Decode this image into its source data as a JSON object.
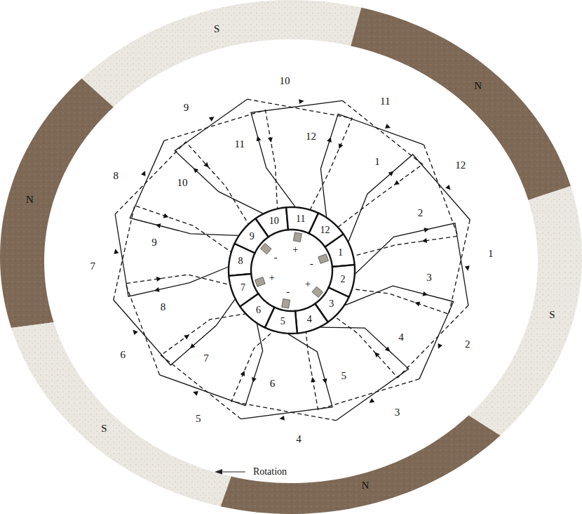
{
  "diagram": {
    "nodes": [
      {
        "text": [
          "S"
        ]
      },
      {
        "text": [
          "N"
        ]
      },
      {
        "text": [
          "N"
        ]
      },
      {
        "text": [
          "S"
        ]
      },
      {
        "text": [
          "S"
        ]
      },
      {
        "text": [
          "N"
        ]
      },
      {
        "text": [
          "10"
        ]
      },
      {
        "text": [
          "11"
        ]
      },
      {
        "text": [
          "12"
        ]
      },
      {
        "text": [
          "9"
        ]
      },
      {
        "text": [
          "1"
        ]
      },
      {
        "text": [
          "8"
        ]
      },
      {
        "text": [
          "2"
        ]
      },
      {
        "text": [
          "7"
        ]
      },
      {
        "text": [
          "3"
        ]
      },
      {
        "text": [
          "6"
        ]
      },
      {
        "text": [
          "4"
        ]
      },
      {
        "text": [
          "5"
        ]
      }
    ],
    "labels": [
      "1",
      "2",
      "3",
      "4",
      "5",
      "6",
      "7",
      "8",
      "9",
      "10",
      "11",
      "12",
      "1",
      "2",
      "3",
      "4",
      "5",
      "6",
      "7",
      "8",
      "9",
      "10",
      "11",
      "12",
      "+",
      "-",
      "+",
      "-",
      "+",
      "-",
      "Rotation"
    ]
  }
}
